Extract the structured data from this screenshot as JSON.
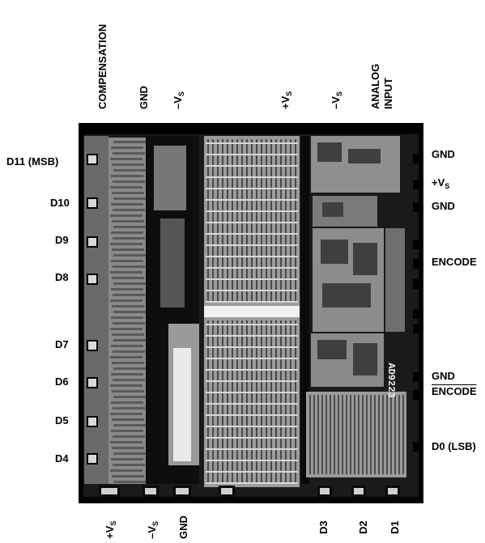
{
  "top_labels": {
    "compensation": "COMPENSATION",
    "gnd": "GND",
    "neg_vs": "–V",
    "pos_vs": "+V",
    "neg_vs_2": "–V",
    "analog_input_line1": "ANALOG",
    "analog_input_line2": "INPUT"
  },
  "left_labels": {
    "d11": "D11 (MSB)",
    "d10": "D10",
    "d9": "D9",
    "d8": "D8",
    "d7": "D7",
    "d6": "D6",
    "d5": "D5",
    "d4": "D4"
  },
  "right_labels": {
    "gnd_1": "GND",
    "pos_vs": "+V",
    "gnd_2": "GND",
    "encode": "ENCODE",
    "gnd_3": "GND",
    "encode_bar": "ENCODE",
    "d0": "D0 (LSB)"
  },
  "bottom_labels": {
    "pos_vs": "+V",
    "neg_vs": "–V",
    "gnd": "GND",
    "d3": "D3",
    "d2": "D2",
    "d1": "D1"
  },
  "subscript": "S",
  "die_marking_1": "AD9223",
  "die_marking_2": "ZDA"
}
